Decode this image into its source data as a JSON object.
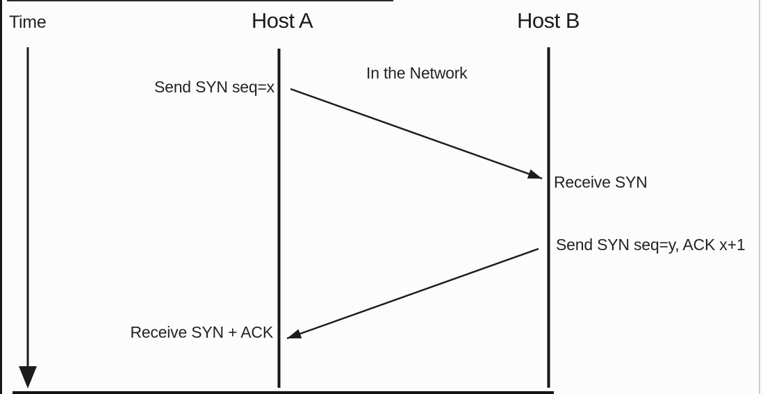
{
  "diagram": {
    "kind": "tcp-three-way-handshake-sequence",
    "time_axis": {
      "label": "Time"
    },
    "actors": {
      "host_a": "Host A",
      "host_b": "Host B"
    },
    "network_label": "In the Network",
    "events": {
      "send_syn": "Send SYN seq=x",
      "receive_syn": "Receive SYN",
      "send_syn_ack": "Send SYN seq=y, ACK x+1",
      "receive_syn_ack": "Receive SYN + ACK"
    },
    "colors": {
      "stroke": "#1c1c1c",
      "background": "#fcfcfc",
      "text": "#232323"
    }
  }
}
